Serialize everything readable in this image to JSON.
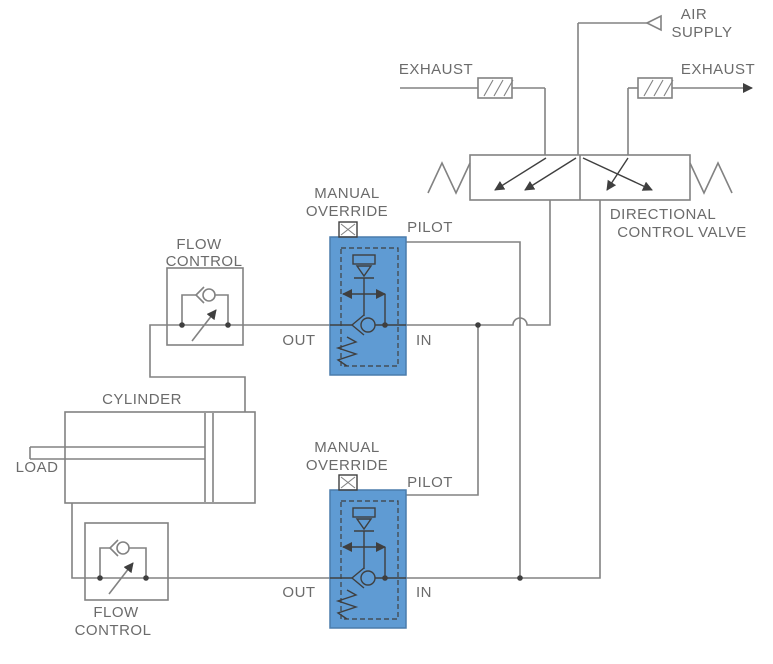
{
  "diagram": {
    "colors": {
      "line": "#828282",
      "dark": "#3f3f3f",
      "text": "#6b6b6b",
      "valve_fill": "#5f9bd3",
      "valve_border": "#4a7cac",
      "background": "#ffffff"
    },
    "labels": {
      "air_supply_line1": "AIR",
      "air_supply_line2": "SUPPLY",
      "exhaust_left": "EXHAUST",
      "exhaust_right": "EXHAUST",
      "dcv_line1": "DIRECTIONAL",
      "dcv_line2": "CONTROL VALVE",
      "mo_top_line1": "MANUAL",
      "mo_top_line2": "OVERRIDE",
      "mo_bottom_line1": "MANUAL",
      "mo_bottom_line2": "OVERRIDE",
      "pilot_top": "PILOT",
      "pilot_bottom": "PILOT",
      "out_top": "OUT",
      "in_top": "IN",
      "out_bottom": "OUT",
      "in_bottom": "IN",
      "fc_top_line1": "FLOW",
      "fc_top_line2": "CONTROL",
      "fc_bottom_line1": "FLOW",
      "fc_bottom_line2": "CONTROL",
      "cylinder": "CYLINDER",
      "load": "LOAD"
    }
  }
}
